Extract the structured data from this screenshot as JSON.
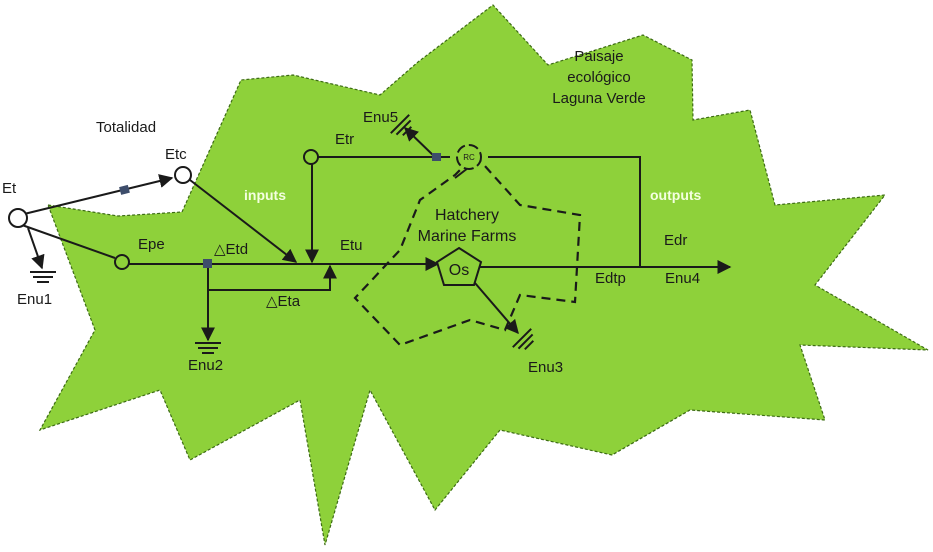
{
  "colors": {
    "region_fill": "#8ed13a",
    "region_stroke": "#3c6b14",
    "line": "#1a1a1a",
    "node_fill": "#8ed13a",
    "junction_fill": "#3d4d6b",
    "white_text": "#f4ffe0"
  },
  "labels": {
    "totalidad": "Totalidad",
    "paisaje_1": "Paisaje",
    "paisaje_2": "ecológico",
    "paisaje_3": "Laguna Verde",
    "et": "Et",
    "etc": "Etc",
    "enu1": "Enu1",
    "epe": "Epe",
    "delta_etd": "△Etd",
    "delta_eta": "△Eta",
    "enu2": "Enu2",
    "inputs": "inputs",
    "outputs": "outputs",
    "etr": "Etr",
    "enu5": "Enu5",
    "rc": "RC",
    "etu": "Etu",
    "hatchery_1": "Hatchery",
    "hatchery_2": "Marine Farms",
    "os": "Os",
    "enu3": "Enu3",
    "edtp": "Edtp",
    "edr": "Edr",
    "enu4": "Enu4"
  }
}
